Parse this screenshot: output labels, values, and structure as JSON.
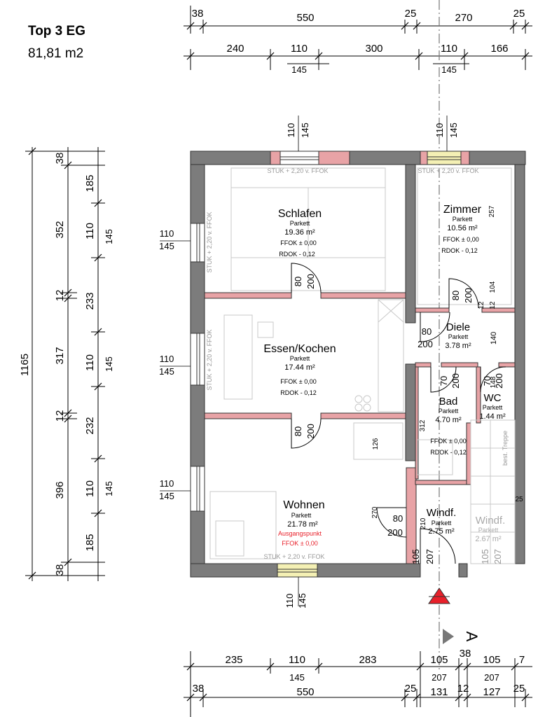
{
  "header": {
    "title": "Top 3 EG",
    "area": "81,81 m2"
  },
  "rooms": {
    "schlafen": {
      "name": "Schlafen",
      "floor": "Parkett",
      "area": "19.36 m²",
      "ffok": "FFOK ± 0,00",
      "rdok": "RDOK - 0,12",
      "stuk": "STUK + 2,20 v. FFOK"
    },
    "zimmer": {
      "name": "Zimmer",
      "floor": "Parkett",
      "area": "10.56 m²",
      "ffok": "FFOK ± 0,00",
      "rdok": "RDOK - 0,12",
      "stuk": "STUK + 2,20 v. FFOK",
      "height": "257"
    },
    "essen": {
      "name": "Essen/Kochen",
      "floor": "Parkett",
      "area": "17.44 m²",
      "ffok": "FFOK ± 0,00",
      "rdok": "RDOK - 0,12"
    },
    "diele": {
      "name": "Diele",
      "floor": "Parkett",
      "area": "3.78 m²"
    },
    "bad": {
      "name": "Bad",
      "floor": "Parkett",
      "area": "4.70 m²",
      "ffok": "FFOK ± 0,00",
      "rdok": "RDOK - 0,12"
    },
    "wc": {
      "name": "WC",
      "floor": "Parkett",
      "area": "1.44 m²"
    },
    "wohnen": {
      "name": "Wohnen",
      "floor": "Parkett",
      "area": "21.78 m²",
      "exit": "Ausgangspunkt",
      "ffok": "FFOK ± 0,00",
      "stuk": "STUK + 2,20 v. FFOK"
    },
    "windf": {
      "name": "Windf.",
      "floor": "Parkett",
      "area": "2.75 m²"
    },
    "windf2": {
      "name": "Windf.",
      "floor": "Parkett",
      "area": "2.67 m²"
    }
  },
  "stuk_wall": "STUK + 2,20 v. FFOK",
  "stair_label": "best. Treppe",
  "section_marker": "A",
  "dimensions": {
    "top_row1": [
      "38",
      "550",
      "25",
      "270",
      "25"
    ],
    "top_row2": [
      "240",
      "110",
      "300",
      "110",
      "166"
    ],
    "top_row2_sub": [
      "145",
      "145"
    ],
    "left_total": "1165",
    "left_outer": [
      "38",
      "352",
      "12",
      "317",
      "12",
      "396",
      "38"
    ],
    "left_inner": [
      "185",
      "110",
      "233",
      "110",
      "232",
      "110",
      "185"
    ],
    "left_inner_sub": [
      "145",
      "145",
      "145"
    ],
    "bottom_row1": [
      "235",
      "110",
      "283",
      "105",
      "38",
      "105",
      "7"
    ],
    "bottom_row1_sub": [
      "145",
      "207",
      "207"
    ],
    "bottom_row2": [
      "38",
      "550",
      "25",
      "131",
      "12",
      "127",
      "25"
    ],
    "window_width": "110",
    "window_height": "145",
    "door_schlafen": [
      "80",
      "200"
    ],
    "door_zimmer": [
      "80",
      "200"
    ],
    "door_diele": [
      "80",
      "200"
    ],
    "door_bad": [
      "70",
      "200"
    ],
    "door_wc": [
      "70",
      "200"
    ],
    "door_wc_sill": "140",
    "door_wohnen": [
      "80",
      "200"
    ],
    "door_windf": [
      "105",
      "207"
    ],
    "door_windf2": [
      "105",
      "207"
    ],
    "misc": [
      "12",
      "104",
      "12",
      "312",
      "126",
      "270",
      "210",
      "148",
      "25"
    ]
  },
  "colors": {
    "wall": "#7c7c7c",
    "lintel": "#e8a3a6",
    "marker": "#e8202a",
    "line": "#000000"
  }
}
